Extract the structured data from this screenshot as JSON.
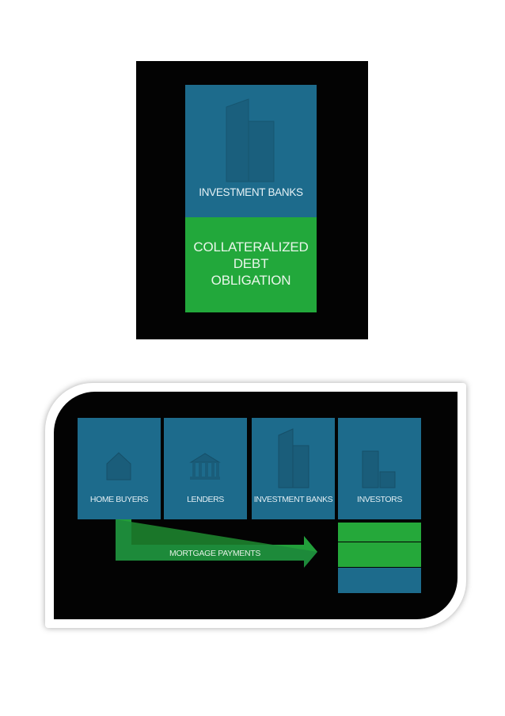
{
  "slide1": {
    "block_label": "INVESTMENT BANKS",
    "cdo_lines": [
      "COLLATERALIZED",
      "DEBT",
      "OBLIGATION"
    ]
  },
  "slide2": {
    "boxes": [
      {
        "label": "HOME BUYERS",
        "icon": "house-icon"
      },
      {
        "label": "LENDERS",
        "icon": "bank-icon"
      },
      {
        "label": "INVESTMENT BANKS",
        "icon": "buildings-icon"
      },
      {
        "label": "INVESTORS",
        "icon": "investor-blocks-icon"
      }
    ],
    "arrow_label": "MORTGAGE PAYMENTS",
    "tranche_colors": [
      "#25a83a",
      "#25a83a",
      "#1d6b8c"
    ]
  },
  "colors": {
    "block_blue": "#1d6b8c",
    "cdo_green": "#22a83b",
    "background": "#030303"
  }
}
